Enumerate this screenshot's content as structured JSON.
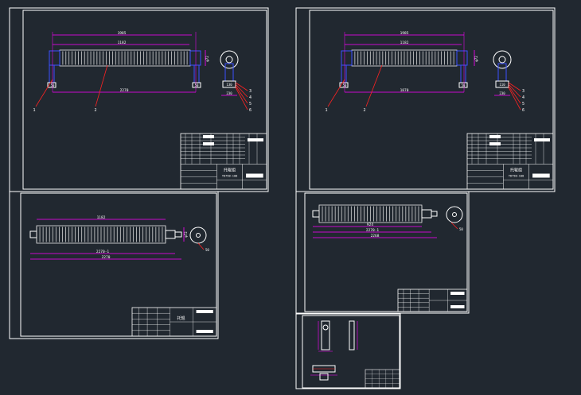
{
  "colors": {
    "background": "#212830",
    "frame": "#ffffff",
    "dimension": "#ff00ff",
    "leader": "#ff2222",
    "shaft": "#3a50ff",
    "roller": "#e8e8e8"
  },
  "sheets": {
    "sheet1": {
      "dim_top_overall": "1985",
      "dim_top_inner": "1182",
      "dim_bottom": "2270",
      "dim_end_left": "50",
      "dim_end_right": "50",
      "dim_side_height": "φ72",
      "dim_support_width": "130",
      "dim_support_base": "230",
      "callout_left": "1",
      "callout_roller": "2",
      "callouts_right": [
        "3",
        "4",
        "5",
        "6"
      ],
      "title_name": "托辊组",
      "title_code": "TD75B-108"
    },
    "sheet2": {
      "dim_top_overall": "1985",
      "dim_top_inner": "1182",
      "dim_bottom": "1870",
      "dim_end_left": "50",
      "dim_end_right": "50",
      "dim_side_height": "φ72",
      "dim_support_width": "110",
      "dim_support_base": "230",
      "callout_left": "1",
      "callout_roller": "2",
      "callouts_right": [
        "3",
        "4",
        "5",
        "6"
      ],
      "title_name": "托辊组",
      "title_code": "TD75B-108"
    },
    "sheet3": {
      "dim_top": "1182",
      "dim_bottom_a": "2270-1",
      "dim_bottom_b": "2270",
      "dim_end_height": "φ72",
      "dim_end_label": "50",
      "title_name": "托辊"
    },
    "sheet4": {
      "dim_top": "924",
      "dim_bottom_a": "2270-1",
      "dim_bottom_b": "2268",
      "dim_end_label": "50"
    }
  }
}
